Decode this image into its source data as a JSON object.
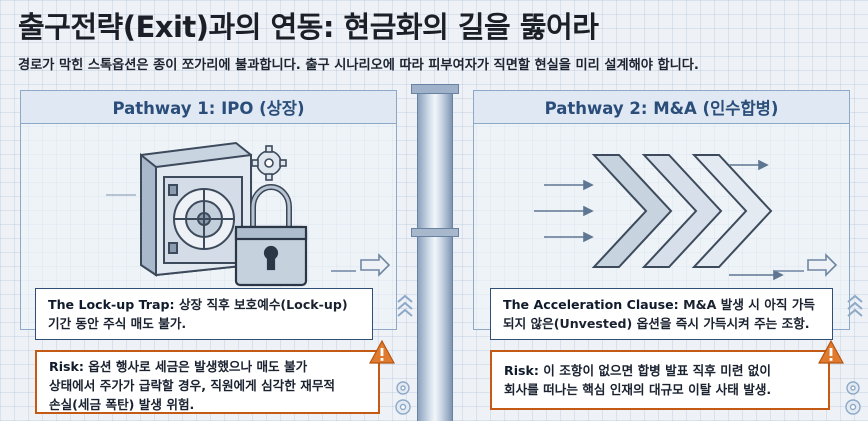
{
  "header": {
    "title": "출구전략(Exit)과의 연동: 현금화의 길을 뚫어라",
    "subtitle": "경로가 막힌 스톡옵션은 종이 쪼가리에 불과합니다. 출구 시나리오에 따라 피부여자가 직면할 현실을 미리 설계해야 합니다."
  },
  "pathways": [
    {
      "title": "Pathway 1: IPO (상장)",
      "illustration": "vault-and-padlock",
      "info": {
        "lead": "The Lock-up Trap:",
        "line1": " 상장 직후 보호예수(Lock-up)",
        "line2": "기간 동안 주식 매도 불가."
      },
      "risk": {
        "lead": "Risk:",
        "line1": " 옵션 행사로 세금은 발생했으나 매도 불가",
        "line2": "상태에서 주가가 급락할 경우, 직원에게 심각한 재무적",
        "line3": "손실(세금 폭탄) 발생 위험."
      }
    },
    {
      "title": "Pathway 2: M&A (인수합병)",
      "illustration": "acceleration-chevrons",
      "info": {
        "lead": "The Acceleration Clause:",
        "line1": " M&A 발생 시 아직 가득",
        "line2": "되지 않은(Unvested) 옵션을 즉시 가득시켜 주는 조항."
      },
      "risk": {
        "lead": "Risk:",
        "line1": " 이 조항이 없으면 합병 발표 직후 미련 없이",
        "line2": "회사를 떠나는 핵심 인재의 대규모 이탈 사태 발생."
      }
    }
  ],
  "colors": {
    "navy": "#2f4f77",
    "risk_orange": "#c55a14",
    "warning_fill": "#e07a2e",
    "header_text": "#2a4d7a"
  },
  "icons": [
    "warning-icon",
    "gear-icon",
    "chevron-up-icon",
    "arrow-right-icon",
    "padlock-icon",
    "vault-icon"
  ]
}
